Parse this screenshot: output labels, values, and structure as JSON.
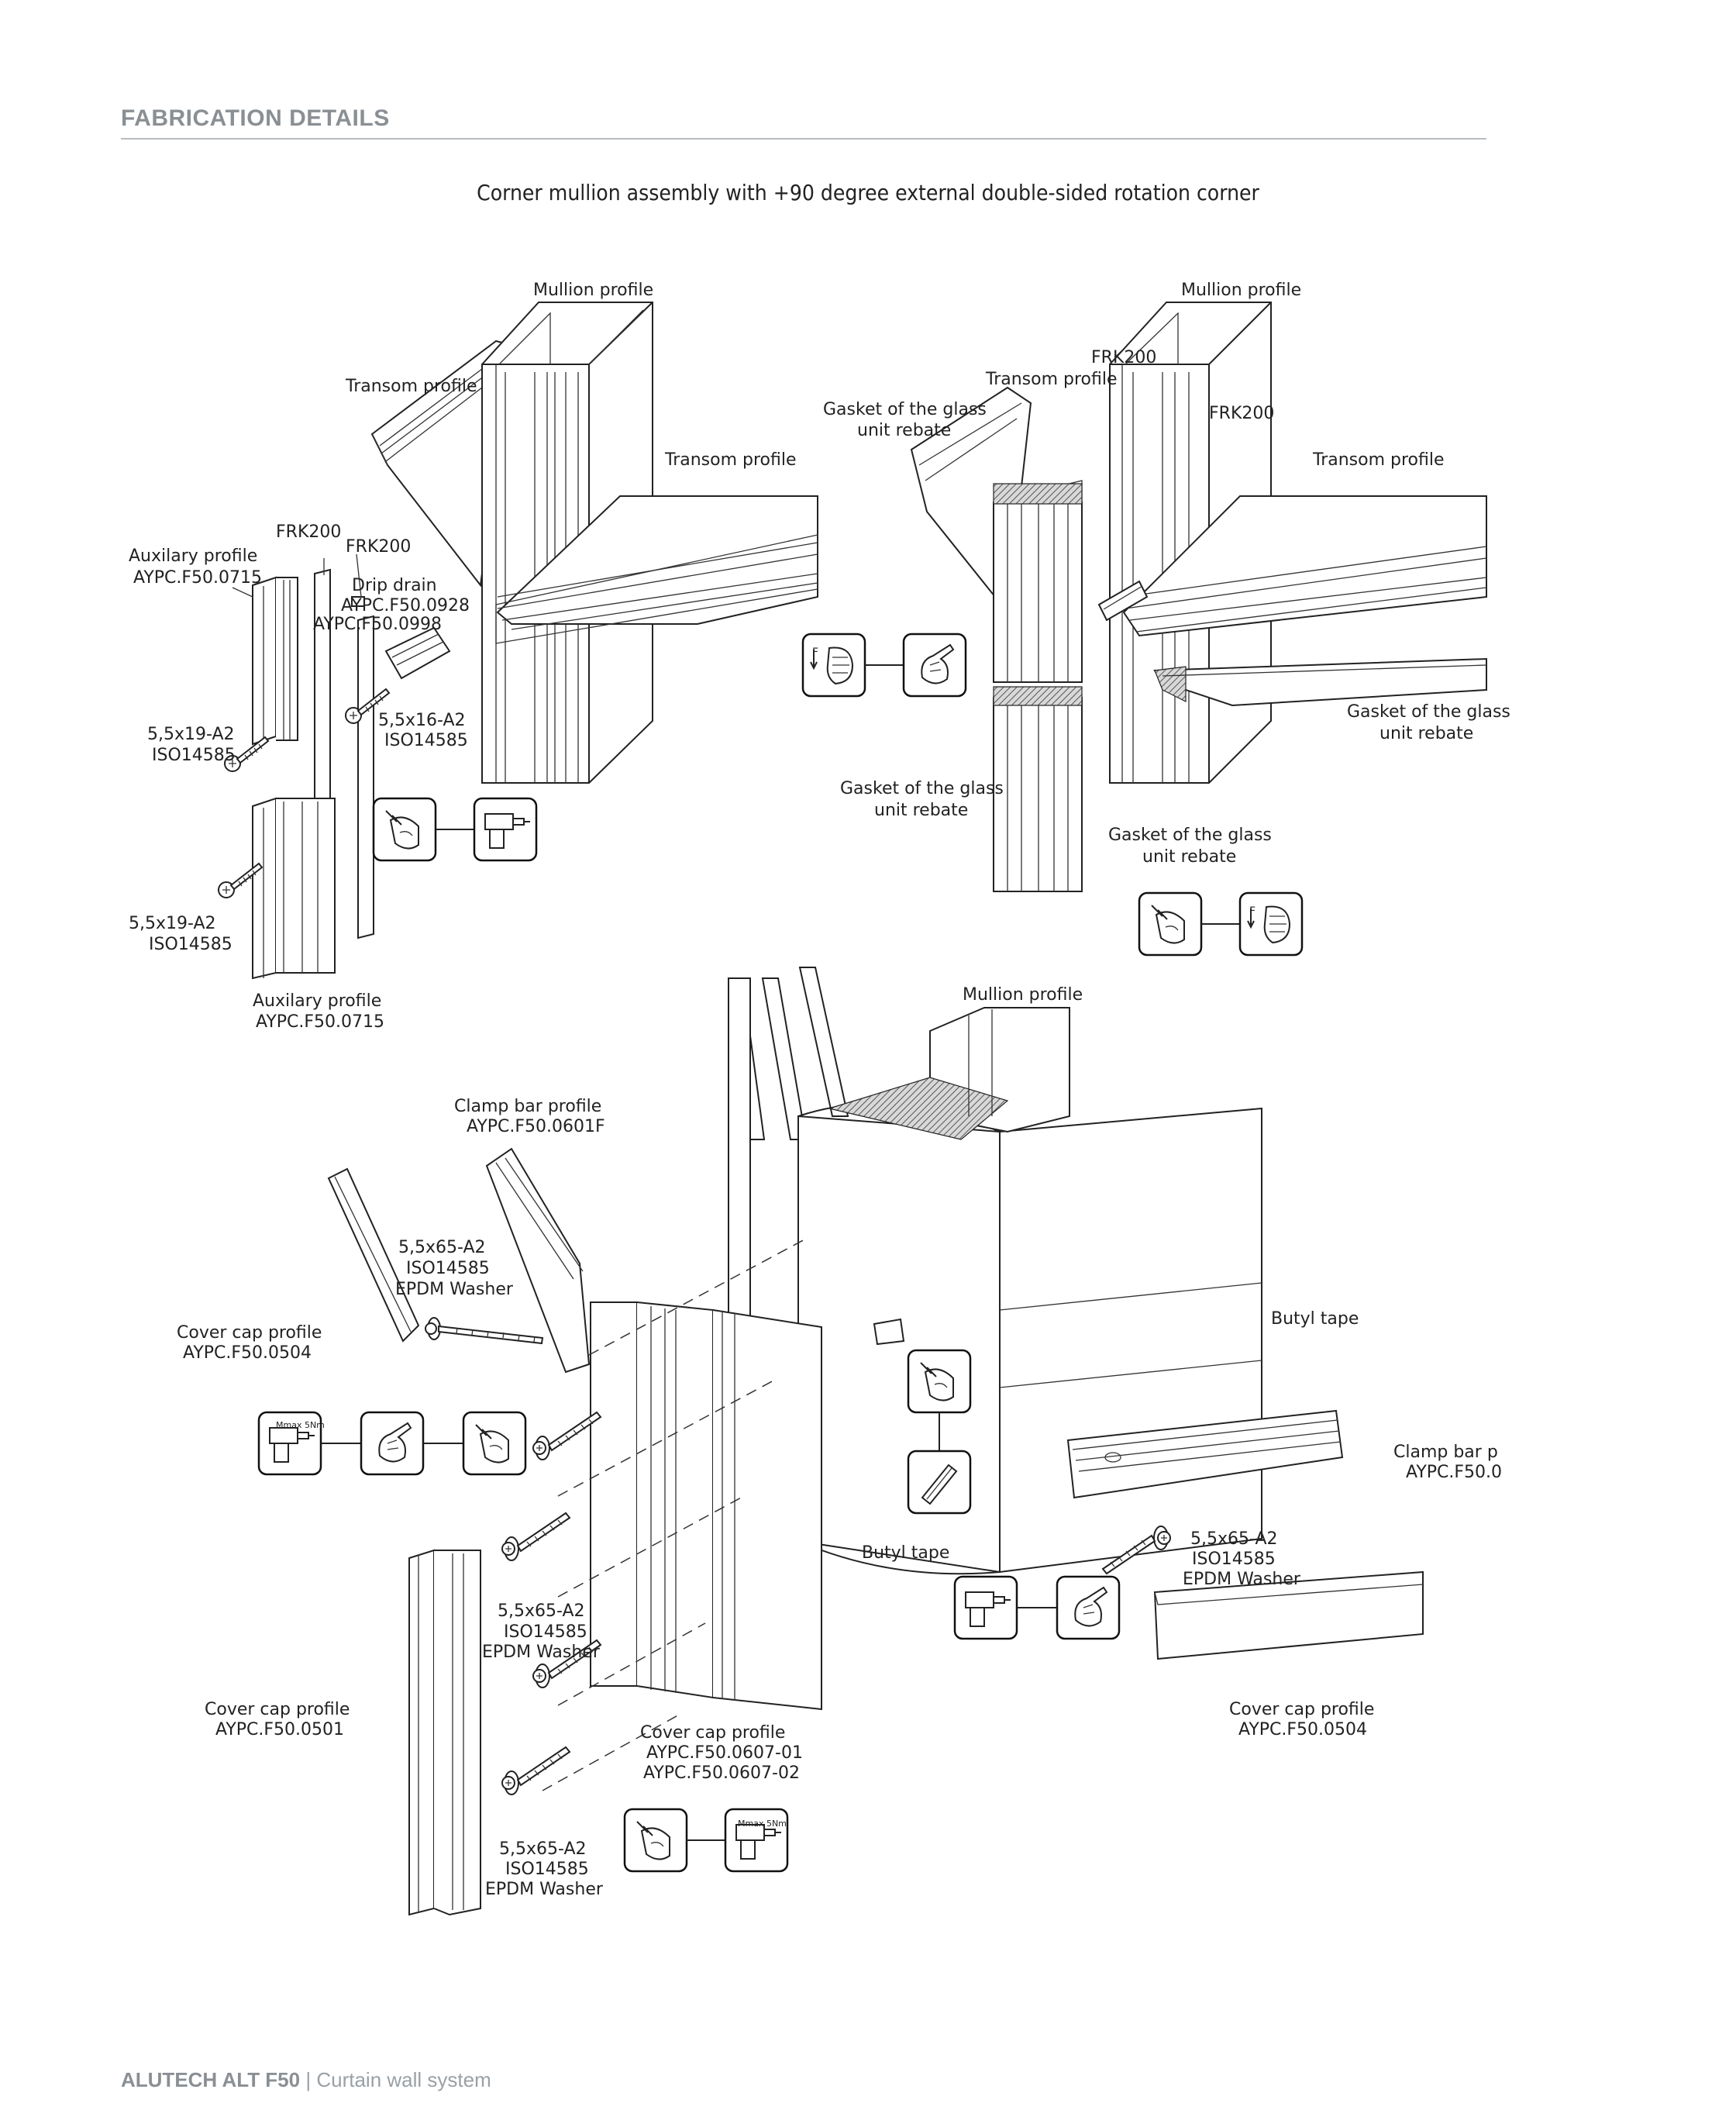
{
  "header": {
    "section_title": "FABRICATION DETAILS"
  },
  "diagram_title": "Corner mullion assembly with +90 degree external double-sided rotation corner",
  "footer": {
    "brand": "ALUTECH ALT F50",
    "separator": "|",
    "product": "Curtain wall system"
  },
  "labels": {
    "tl_mullion": "Mullion profile",
    "tl_transom_a": "Transom profile",
    "tl_transom_b": "Transom profile",
    "tl_frk_a": "FRK200",
    "tl_frk_b": "FRK200",
    "tl_aux_top_1": "Auxilary profile",
    "tl_aux_top_2": "AYPC.F50.0715",
    "tl_drip_1": "Drip drain",
    "tl_drip_2": "AYPC.F50.0928",
    "tl_drip_3": "AYPC.F50.0998",
    "tl_screw16_1": "5,5x16-A2",
    "tl_screw16_2": "ISO14585",
    "tl_screw19a_1": "5,5x19-A2",
    "tl_screw19a_2": "ISO14585",
    "tl_screw19b_1": "5,5x19-A2",
    "tl_screw19b_2": "ISO14585",
    "tl_aux_bot_1": "Auxilary profile",
    "tl_aux_bot_2": "AYPC.F50.0715",
    "tr_mullion": "Mullion profile",
    "tr_frk_a": "FRK200",
    "tr_frk_b": "FRK200",
    "tr_transom_a": "Transom profile",
    "tr_transom_b": "Transom profile",
    "tr_gasket_a_1": "Gasket of the glass",
    "tr_gasket_a_2": "unit rebate",
    "tr_gasket_b_1": "Gasket of the glass",
    "tr_gasket_b_2": "unit rebate",
    "tr_gasket_c_1": "Gasket of the glass",
    "tr_gasket_c_2": "unit rebate",
    "tr_gasket_d_1": "Gasket of the glass",
    "tr_gasket_d_2": "unit rebate",
    "b_mullion": "Mullion profile",
    "b_clamp_1": "Clamp bar profile",
    "b_clamp_2": "AYPC.F50.0601F",
    "b_screw_a_1": "5,5x65-A2",
    "b_screw_a_2": "ISO14585",
    "b_screw_a_3": "EPDM Washer",
    "b_cover_a_1": "Cover cap profile",
    "b_cover_a_2": "AYPC.F50.0504",
    "b_butyl_a": "Butyl tape",
    "b_clamp_r_1": "Clamp bar p",
    "b_clamp_r_2": "AYPC.F50.0",
    "b_screw_b_1": "5,5x65-A2",
    "b_screw_b_2": "ISO14585",
    "b_screw_b_3": "EPDM Washer",
    "b_butyl_b": "Butyl tape",
    "b_screw_c_1": "5,5x65-A2",
    "b_screw_c_2": "ISO14585",
    "b_screw_c_3": "EPDM Washer",
    "b_cover_b_1": "Cover cap profile",
    "b_cover_b_2": "AYPC.F50.0501",
    "b_cover_c_1": "Cover cap profile",
    "b_cover_c_2": "AYPC.F50.0607-01",
    "b_cover_c_3": "AYPC.F50.0607-02",
    "b_cover_d_1": "Cover cap profile",
    "b_cover_d_2": "AYPC.F50.0504",
    "b_screw_d_1": "5,5x65-A2",
    "b_screw_d_2": "ISO14585",
    "b_screw_d_3": "EPDM Washer"
  },
  "pictogram_text": {
    "force": "F",
    "torque": "Mmax 5Nm"
  }
}
